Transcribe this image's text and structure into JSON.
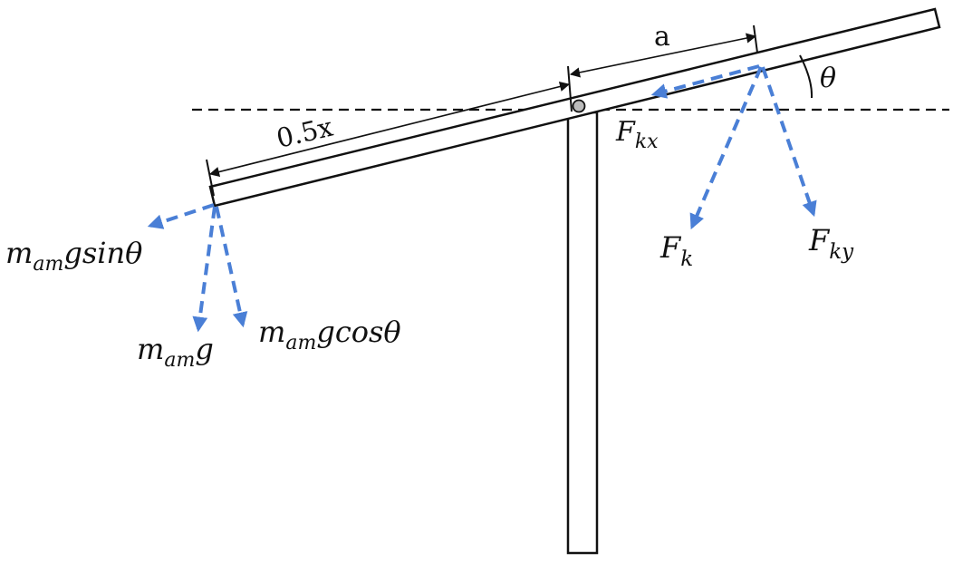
{
  "colors": {
    "line": "#111111",
    "force": "#4a7fd6",
    "background": "#ffffff"
  },
  "labels": {
    "dim_a": "a",
    "dim_half_x": "0.5x",
    "angle": "θ",
    "fkx_base": "F",
    "fkx_sub": "kx",
    "fk_base": "F",
    "fk_sub": "k",
    "fky_base": "F",
    "fky_sub": "ky",
    "m_base": "m",
    "m_sub": "am",
    "g": "g",
    "sin_tail": "sinθ",
    "cos_tail": "cosθ"
  }
}
